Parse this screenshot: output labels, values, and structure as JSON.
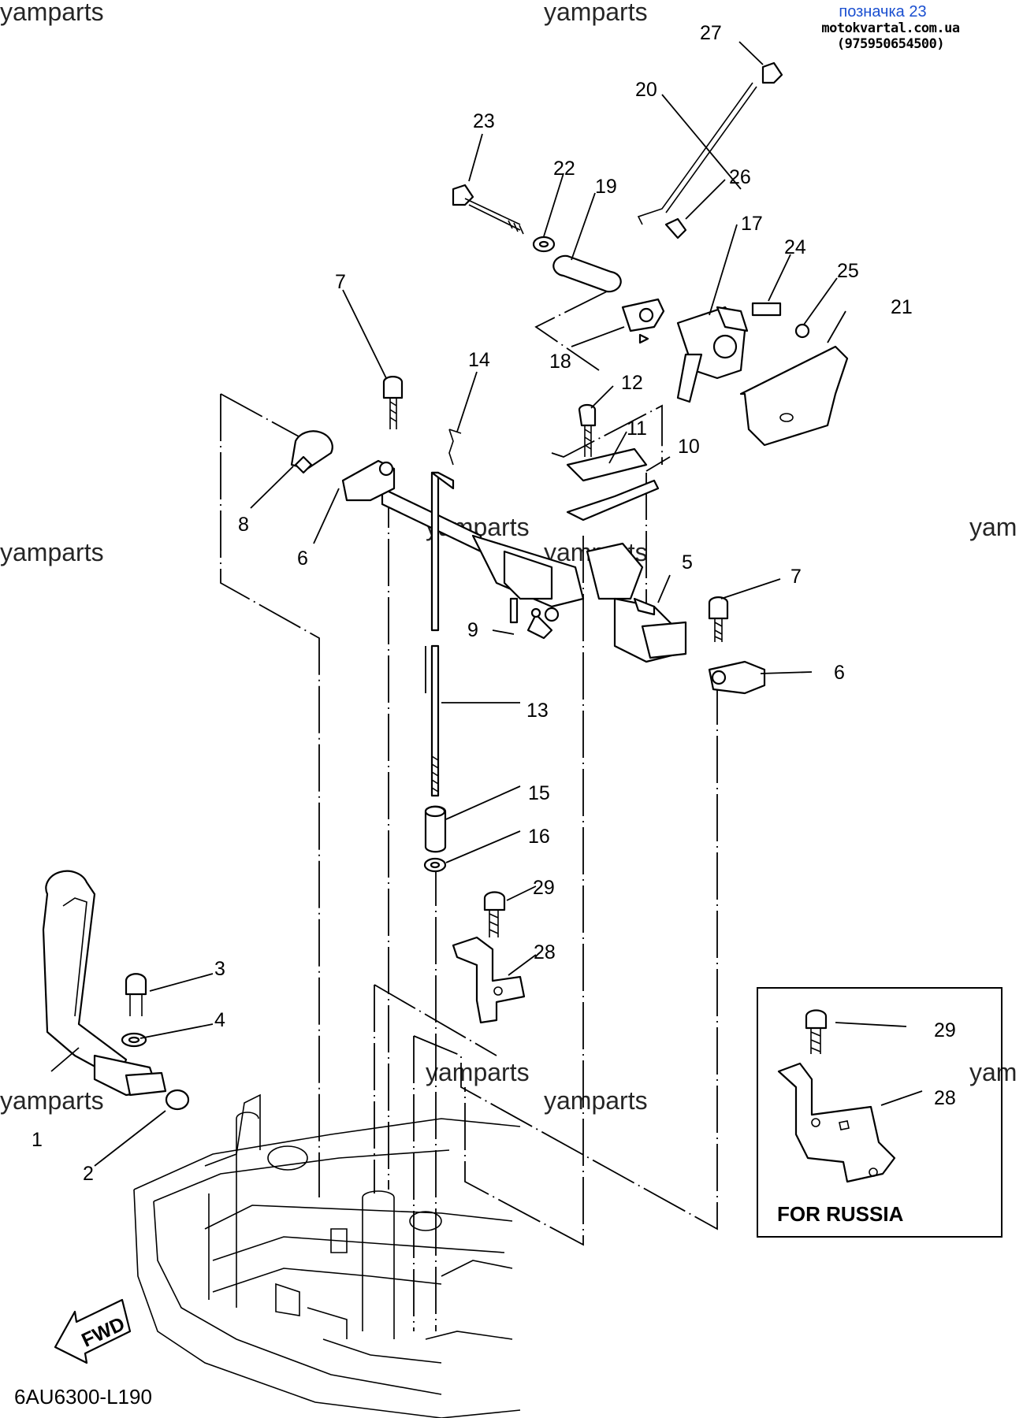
{
  "header": {
    "title": "позначка 23",
    "site": "motokvartal.com.ua (975950654500)"
  },
  "watermark": "yamparts",
  "watermark_partial": "yam",
  "diagram_code": "6AU6300-L190",
  "inset": {
    "label": "FOR RUSSIA"
  },
  "fwd_label": "FWD",
  "callouts": {
    "c1": "1",
    "c2": "2",
    "c3": "3",
    "c4": "4",
    "c5": "5",
    "c6a": "6",
    "c6b": "6",
    "c7a": "7",
    "c7b": "7",
    "c8": "8",
    "c9": "9",
    "c10": "10",
    "c11": "11",
    "c12": "12",
    "c13": "13",
    "c14": "14",
    "c15": "15",
    "c16": "16",
    "c17": "17",
    "c18": "18",
    "c19": "19",
    "c20": "20",
    "c21": "21",
    "c22": "22",
    "c23": "23",
    "c24": "24",
    "c25": "25",
    "c26": "26",
    "c27": "27",
    "c28a": "28",
    "c28b": "28",
    "c29a": "29",
    "c29b": "29"
  },
  "colors": {
    "header_blue": "#1a4fd0",
    "line": "#000000",
    "background": "#ffffff"
  }
}
